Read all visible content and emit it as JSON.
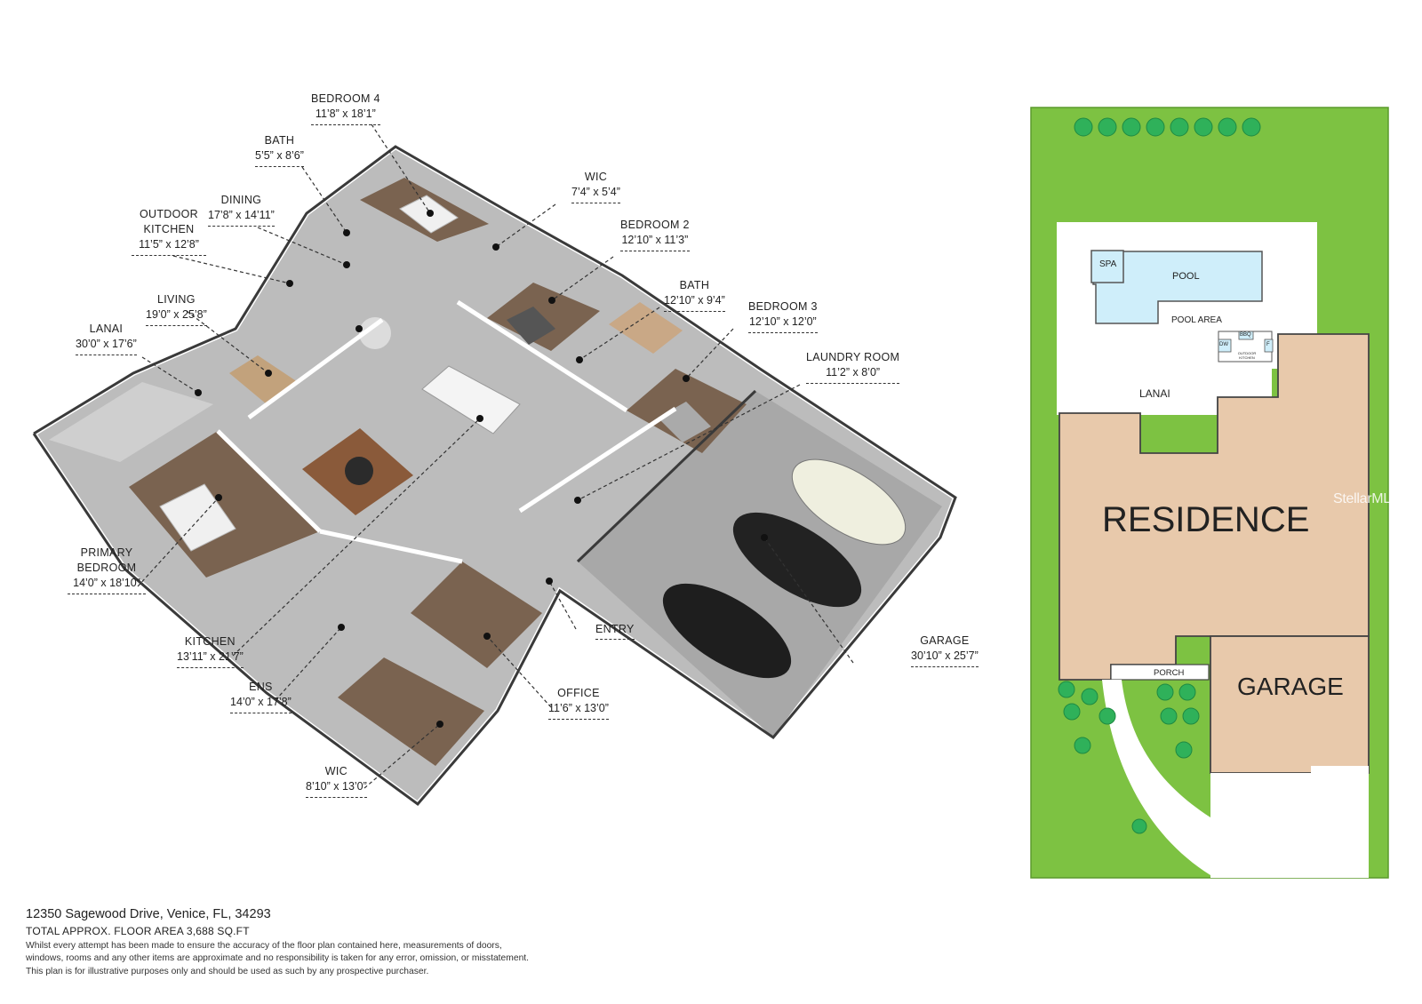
{
  "floorplan": {
    "rooms": [
      {
        "id": "bedroom-4",
        "name": "BEDROOM 4",
        "dims": "11’8” x 18’1”"
      },
      {
        "id": "bath-upper",
        "name": "BATH",
        "dims": "5’5” x 8’6”"
      },
      {
        "id": "dining",
        "name": "DINING",
        "dims": "17’8” x 14’11”"
      },
      {
        "id": "outdoor-kitchen",
        "name": "OUTDOOR KITCHEN",
        "dims": "11’5” x 12’8”"
      },
      {
        "id": "living",
        "name": "LIVING",
        "dims": "19’0” x 25’8”"
      },
      {
        "id": "lanai",
        "name": "LANAI",
        "dims": "30’0” x 17’6”"
      },
      {
        "id": "primary-bedroom",
        "name": "PRIMARY BEDROOM",
        "dims": "14’0” x 18’10”"
      },
      {
        "id": "kitchen",
        "name": "KITCHEN",
        "dims": "13’11” x 21’7”"
      },
      {
        "id": "ens",
        "name": "ENS",
        "dims": "14’0” x 17’8”"
      },
      {
        "id": "wic-lower",
        "name": "WIC",
        "dims": "8’10” x 13’0”"
      },
      {
        "id": "wic-upper",
        "name": "WIC",
        "dims": "7’4” x 5’4”"
      },
      {
        "id": "bedroom-2",
        "name": "BEDROOM 2",
        "dims": "12’10” x 11’3”"
      },
      {
        "id": "bath-right",
        "name": "BATH",
        "dims": "12’10” x 9’4”"
      },
      {
        "id": "bedroom-3",
        "name": "BEDROOM 3",
        "dims": "12’10” x 12’0”"
      },
      {
        "id": "laundry-room",
        "name": "LAUNDRY ROOM",
        "dims": "11’2” x 8’0”"
      },
      {
        "id": "garage",
        "name": "GARAGE",
        "dims": "30’10” x 25’7”"
      },
      {
        "id": "office",
        "name": "OFFICE",
        "dims": "11’6” x 13’0”"
      },
      {
        "id": "entry",
        "name": "ENTRY",
        "dims": ""
      }
    ]
  },
  "siteplan": {
    "labels": {
      "spa": "SPA",
      "pool": "POOL",
      "pool_area": "POOL AREA",
      "dw": "DW",
      "bbq": "BBQ",
      "outdoor_kitchen": "OUTDOOR KITCHEN",
      "f": "F",
      "lanai": "LANAI",
      "residence": "RESIDENCE",
      "porch": "PORCH",
      "garage": "GARAGE"
    },
    "colors": {
      "lawn": "#7dc242",
      "residence": "#e8c9ab",
      "pool": "#cfeefa",
      "tree": "#2fb15a"
    }
  },
  "footer": {
    "address": "12350 Sagewood Drive, Venice, FL, 34293",
    "floor_area": "TOTAL APPROX. FLOOR AREA 3,688 SQ.FT",
    "disclaimer_1": "Whilst every attempt has been made to ensure the accuracy of the floor plan contained here, measurements of doors,",
    "disclaimer_2": "windows, rooms and any other items are approximate and no responsibility is taken for any error, omission, or misstatement.",
    "disclaimer_3": "This plan is for illustrative purposes only and should be used as such by any prospective purchaser."
  },
  "watermark": "StellarMLS"
}
